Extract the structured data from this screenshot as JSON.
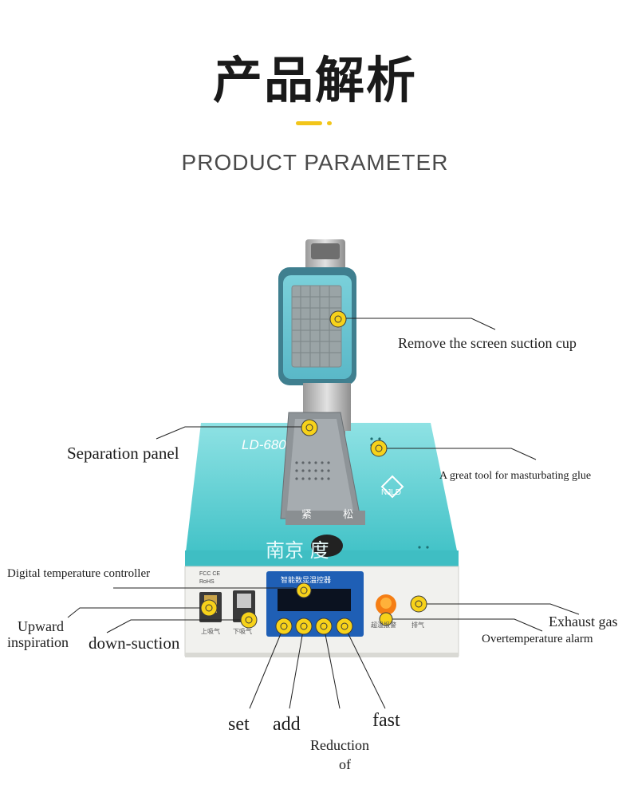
{
  "header": {
    "title_cn": "产品解析",
    "subtitle": "PRODUCT PARAMETER",
    "accent_color": "#f2c51a"
  },
  "device": {
    "body_color": "#3ec3c7",
    "front_panel_color": "#f1f1ee",
    "model_text": "LD-680",
    "brand_text": "NJLD",
    "logo_cn": "南京 度",
    "clamp_left": "紧",
    "clamp_right": "松",
    "controller_title": "智能数显温控器",
    "switch_labels": [
      "上吸气",
      "下吸气"
    ],
    "alarm_label": "超温报警",
    "exhaust_label": "排气",
    "certifications": [
      "FCC CE",
      "RoHS"
    ]
  },
  "callouts": {
    "suction_cup": "Remove the screen suction cup",
    "separation_panel": "Separation panel",
    "glue_tool": "A great tool for masturbating glue",
    "temp_controller": "Digital temperature controller",
    "upward": "Upward inspiration",
    "upward_line1": "Upward",
    "upward_line2": "inspiration",
    "down_suction": "down-suction",
    "exhaust": "Exhaust gas",
    "overtemp": "Overtemperature alarm",
    "set": "set",
    "add": "add",
    "reduction_line1": "Reduction",
    "reduction_line2": "of",
    "fast": "fast"
  },
  "marker_color": "#f7d21a",
  "icons": [
    "marker-circle-icon"
  ]
}
